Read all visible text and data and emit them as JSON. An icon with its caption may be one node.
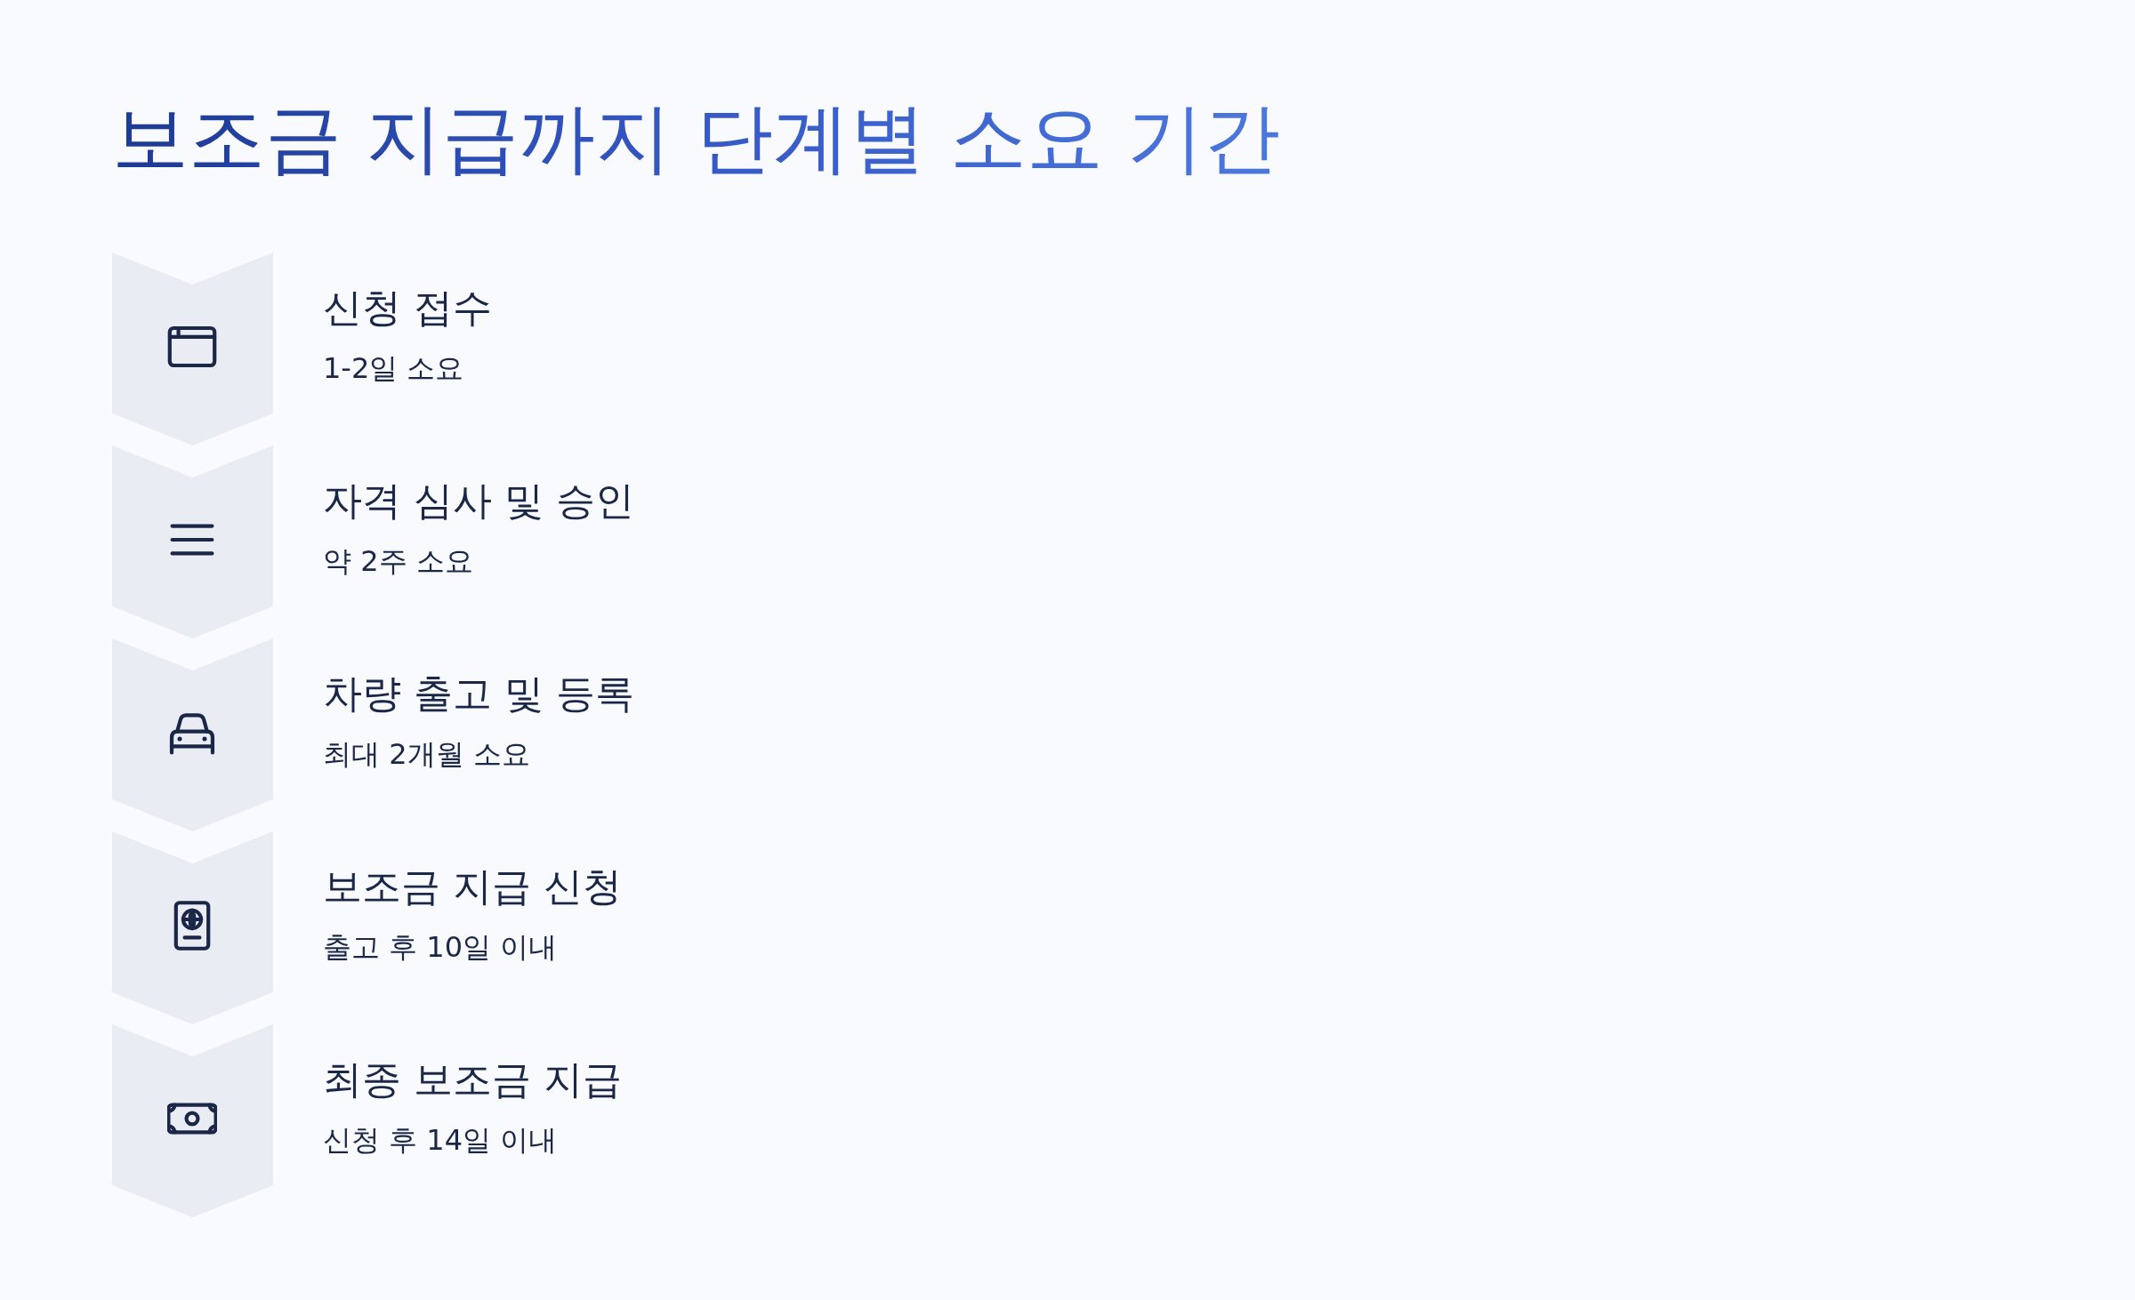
{
  "diagram": {
    "title": "보조금 지급까지 단계별 소요 기간",
    "nodes": [
      {
        "text": [
          "신청 접수"
        ],
        "beside": [
          "1-2일 소요"
        ]
      },
      {
        "text": [
          "자격 심사 및 승인"
        ],
        "beside": [
          "약 2주 소요"
        ]
      },
      {
        "text": [
          "차량 출고 및 등록"
        ],
        "beside": [
          "최대 2개월 소요"
        ]
      },
      {
        "text": [
          "보조금 지급 신청"
        ],
        "beside": [
          "출고 후 10일 이내"
        ]
      },
      {
        "text": [
          "최종 보조금 지급"
        ],
        "beside": [
          "신청 후 14일 이내"
        ]
      }
    ]
  }
}
